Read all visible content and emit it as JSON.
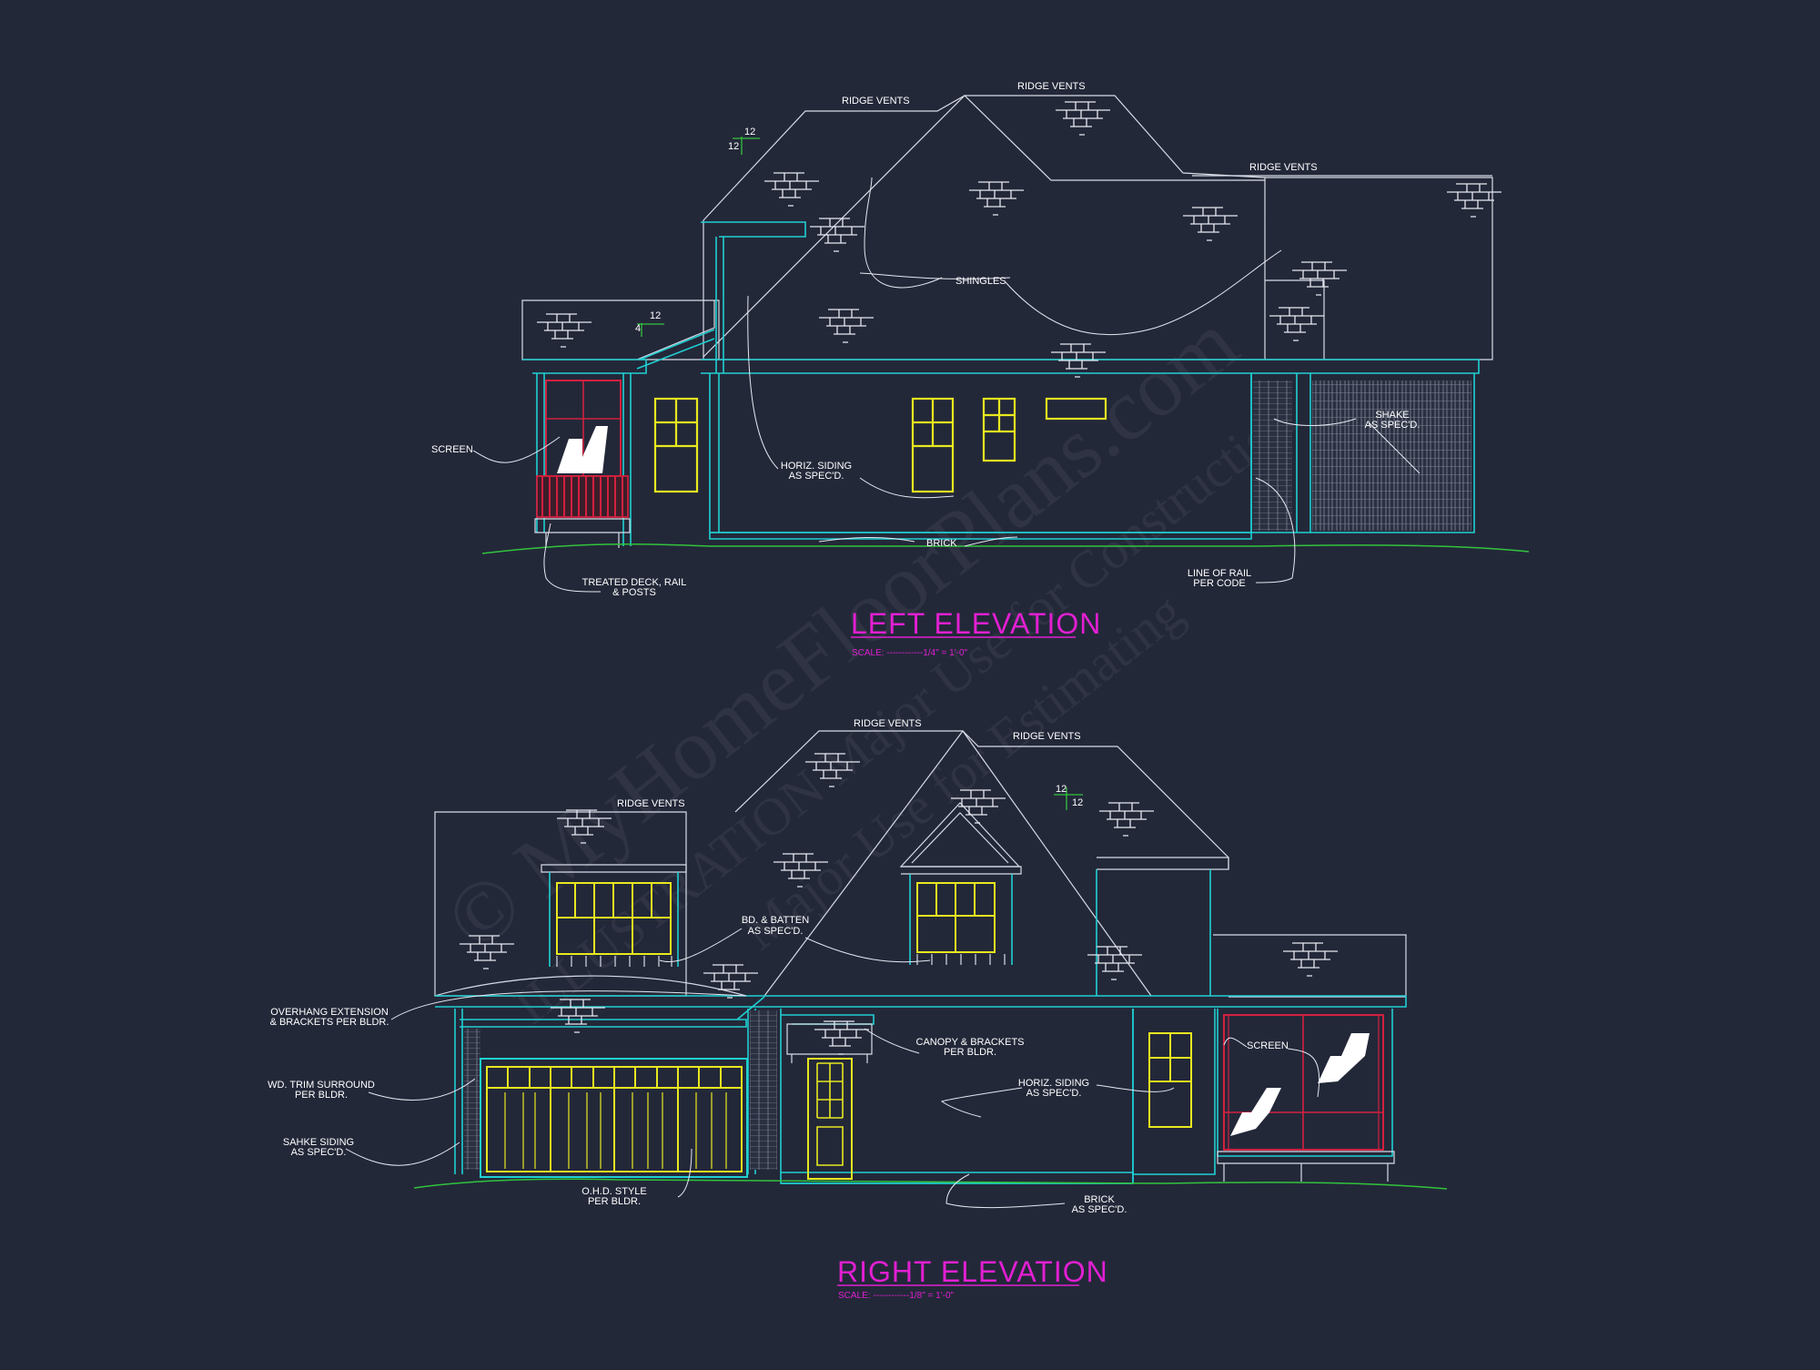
{
  "watermark": {
    "line1": "© MyHomeFloorPlans.com",
    "line2": "ILLUSTRATION Major Use for Construction",
    "line3": "Major Use for Estimating"
  },
  "left_elevation": {
    "title": "LEFT ELEVATION",
    "scale": "SCALE: ------------1/4\" = 1'-0\"",
    "pitch_main": {
      "rise": "12",
      "run": "12"
    },
    "pitch_porch": {
      "rise": "4",
      "run": "12"
    },
    "labels": {
      "ridge_vents_1": "RIDGE VENTS",
      "ridge_vents_2": "RIDGE VENTS",
      "ridge_vents_3": "RIDGE VENTS",
      "shingles": "SHINGLES",
      "screen": "SCREEN",
      "horiz_siding": [
        "HORIZ. SIDING",
        "AS SPEC'D."
      ],
      "shake": [
        "SHAKE",
        "AS SPEC'D."
      ],
      "brick": "BRICK",
      "treated_deck": [
        "TREATED DECK, RAIL",
        "& POSTS"
      ],
      "line_of_rail": [
        "LINE OF RAIL",
        "PER CODE"
      ]
    }
  },
  "right_elevation": {
    "title": "RIGHT ELEVATION",
    "scale": "SCALE: ------------1/8\" = 1'-0\"",
    "pitch": {
      "rise": "12",
      "run": "12"
    },
    "labels": {
      "ridge_vents_1": "RIDGE VENTS",
      "ridge_vents_2": "RIDGE VENTS",
      "ridge_vents_3": "RIDGE VENTS",
      "bd_batten": [
        "BD. & BATTEN",
        "AS SPEC'D."
      ],
      "overhang": [
        "OVERHANG EXTENSION",
        "& BRACKETS PER BLDR."
      ],
      "wd_trim": [
        "WD. TRIM SURROUND",
        "PER BLDR."
      ],
      "shake_siding": [
        "SAHKE SIDING",
        "AS SPEC'D."
      ],
      "ohd": [
        "O.H.D. STYLE",
        "PER BLDR."
      ],
      "canopy": [
        "CANOPY & BRACKETS",
        "PER BLDR."
      ],
      "horiz_siding": [
        "HORIZ. SIDING",
        "AS SPEC'D."
      ],
      "screen": "SCREEN",
      "brick": [
        "BRICK",
        "AS SPEC'D."
      ]
    }
  },
  "colors": {
    "background": "#232839",
    "line": "#d8dbe6",
    "trim": "#1fd0d2",
    "window": "#e8e81f",
    "screen_frame": "#d2203f",
    "grade": "#31c43c",
    "title": "#e21fd2"
  }
}
